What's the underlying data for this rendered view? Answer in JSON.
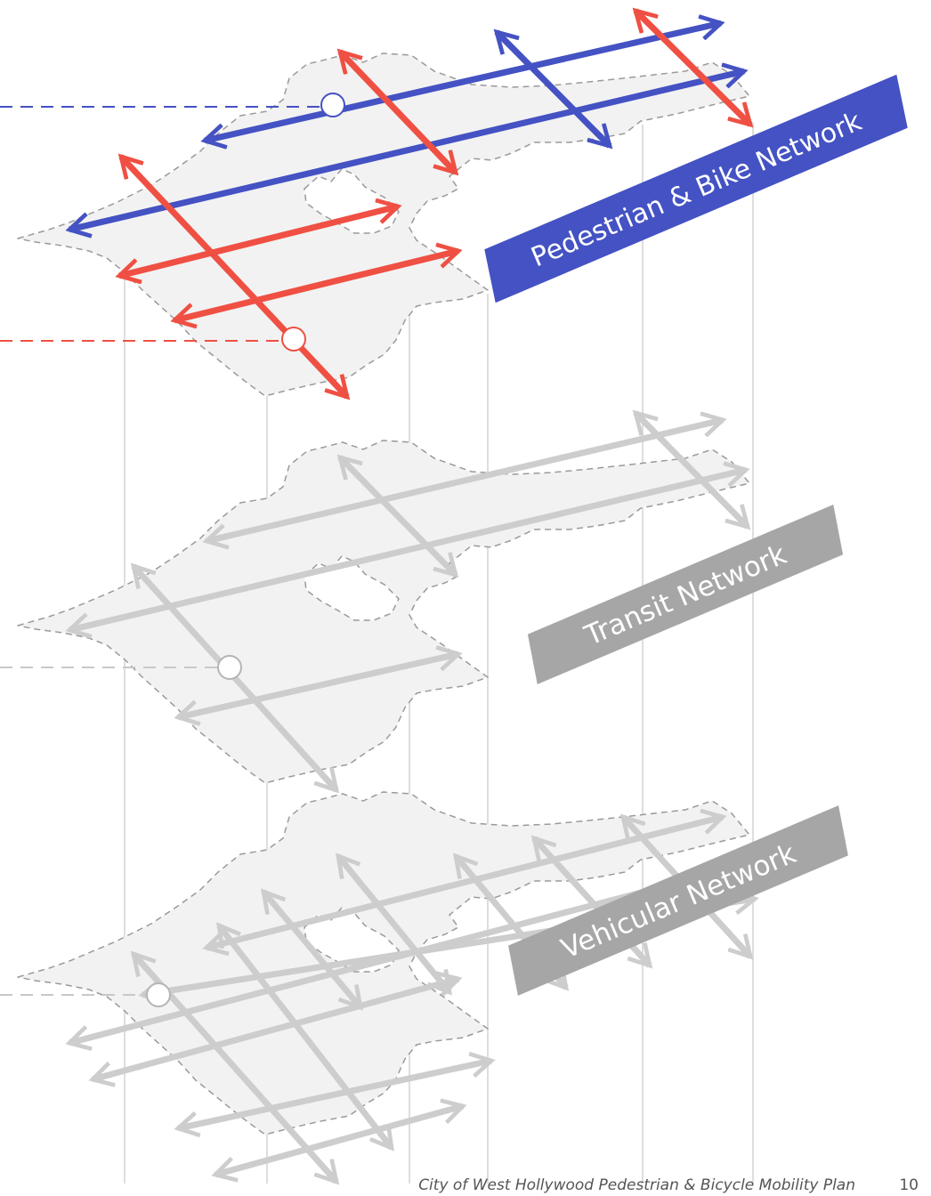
{
  "layers": [
    {
      "id": "ped-bike",
      "label": "Pedestrian & Bike Network",
      "label_color": "#ffffff",
      "banner_color": "#4452c3"
    },
    {
      "id": "transit",
      "label": "Transit Network",
      "label_color": "#ffffff",
      "banner_color": "#a6a6a6"
    },
    {
      "id": "vehicular",
      "label": "Vehicular Network",
      "label_color": "#ffffff",
      "banner_color": "#a6a6a6"
    }
  ],
  "colors": {
    "pedestrian": "#ef5043",
    "bike": "#4452c3",
    "inactive": "#cdcdcd",
    "plane_fill": "#f2f2f2",
    "plane_outline": "#9a9a9a",
    "connector": "#dedede"
  },
  "footer": {
    "title": "City of West Hollywood Pedestrian & Bicycle Mobility Plan",
    "page": "10"
  }
}
